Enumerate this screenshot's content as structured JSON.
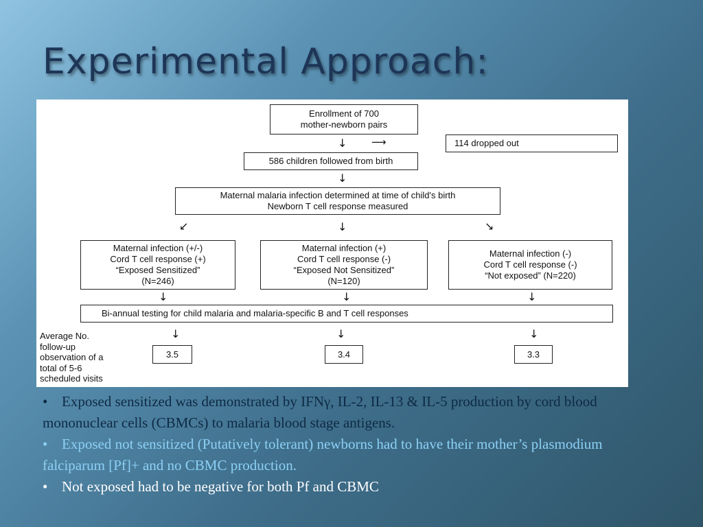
{
  "title": "Experimental Approach:",
  "flow": {
    "enrollment": [
      "Enrollment of 700",
      "mother-newborn pairs"
    ],
    "dropped": "114 dropped out",
    "followed": "586 children followed from birth",
    "measure": [
      "Maternal malaria infection determined at time of child's birth",
      "Newborn T cell response measured"
    ],
    "groups": [
      {
        "line1": "Maternal infection (+/-)",
        "line2": "Cord T cell response (+)",
        "line3": "“Exposed Sensitized”",
        "line4": "(N=246)"
      },
      {
        "line1": "Maternal infection (+)",
        "line2": "Cord T cell response (-)",
        "line3": "“Exposed Not Sensitized”",
        "line4": "(N=120)"
      },
      {
        "line1": "Maternal infection (-)",
        "line2": "Cord T cell response (-)",
        "line3": "“Not exposed” (N=220)"
      }
    ],
    "testing": "Bi-annual testing for child malaria and malaria-specific B and T cell responses",
    "side_note": [
      "Average No.",
      "follow-up",
      "observation of a",
      "total of 5-6",
      "scheduled visits"
    ],
    "averages": [
      "3.5",
      "3.4",
      "3.3"
    ]
  },
  "bullets": [
    {
      "marker": "•",
      "text": "Exposed sensitized was demonstrated by IFNγ, IL-2, IL-13 & IL-5 production by cord blood mononuclear cells (CBMCs) to malaria blood stage antigens."
    },
    {
      "marker": "•",
      "text": "Exposed not sensitized (Putatively tolerant) newborns had to have their mother’s plasmodium falciparum [Pf]+ and no CBMC production."
    },
    {
      "marker": "•",
      "text": "Not exposed had to be negative for both Pf and CBMC"
    }
  ],
  "colors": {
    "title": "#1d3557",
    "bullet_dark": "#0e2a44",
    "bullet_light": "#8cd0f5"
  }
}
